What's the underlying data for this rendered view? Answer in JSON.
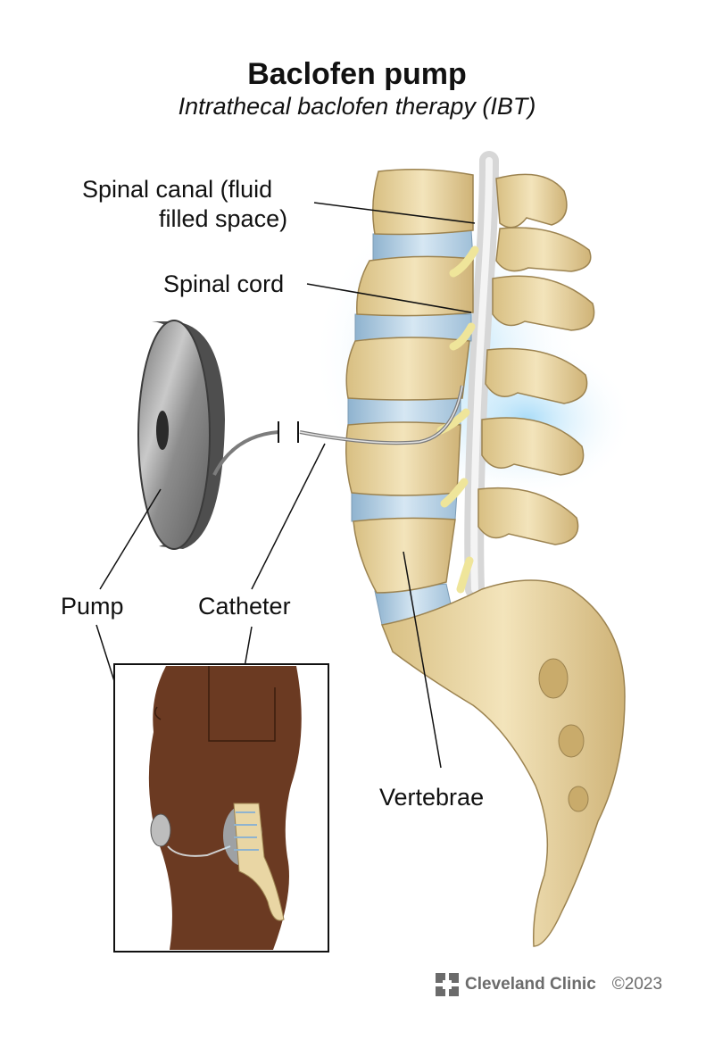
{
  "title": "Baclofen pump",
  "subtitle": "Intrathecal baclofen therapy (IBT)",
  "labels": {
    "spinal_canal_line1": "Spinal canal (fluid",
    "spinal_canal_line2": "filled space)",
    "spinal_cord": "Spinal cord",
    "pump": "Pump",
    "catheter": "Catheter",
    "vertebrae": "Vertebrae"
  },
  "footer": {
    "brand": "Cleveland Clinic",
    "copyright": "©2023"
  },
  "colors": {
    "bone": "#e9d6a4",
    "disc": "#b9d2e6",
    "skin": "#6b3a22",
    "pump": "#9a9a9a",
    "glow": "#bfe6fb",
    "text": "#111111",
    "footer": "#6b6b6b"
  }
}
